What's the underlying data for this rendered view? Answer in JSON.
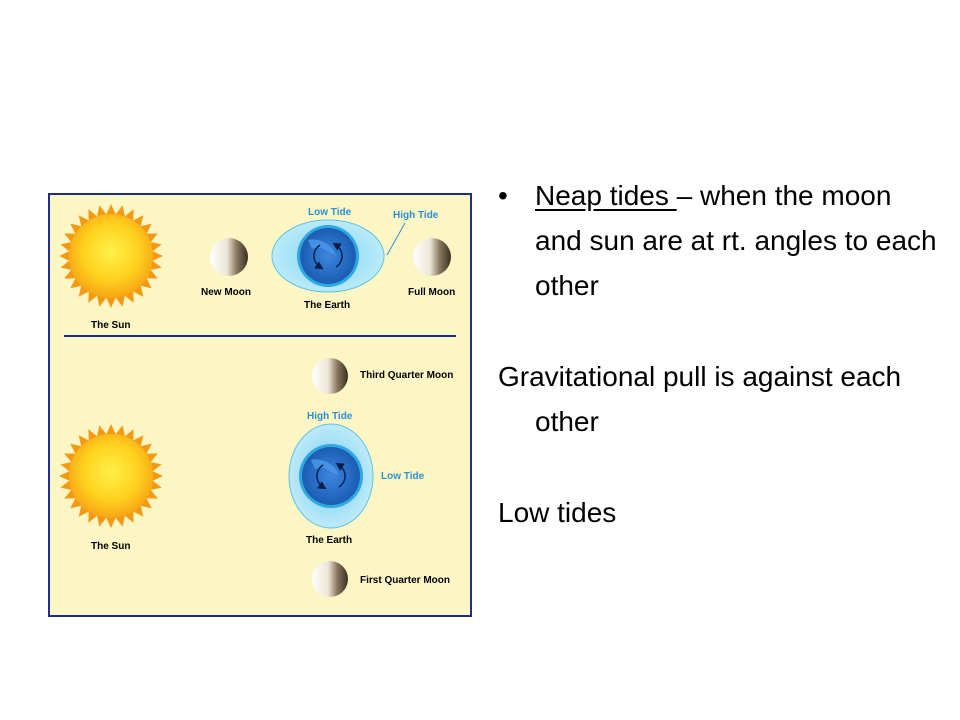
{
  "diagram": {
    "labels": {
      "sun_top": "The Sun",
      "sun_bottom": "The Sun",
      "new_moon": "New Moon",
      "full_moon": "Full Moon",
      "earth_top": "The Earth",
      "earth_bottom": "The Earth",
      "low_tide_top": "Low Tide",
      "high_tide_top": "High Tide",
      "high_tide_bottom": "High Tide",
      "low_tide_bottom": "Low Tide",
      "third_quarter_moon": "Third Quarter Moon",
      "first_quarter_moon": "First Quarter Moon"
    },
    "colors": {
      "background": "#FCF6C4",
      "border": "#1E2D8C",
      "divider": "#1E2D8C",
      "tide_label": "#2A8FD6",
      "sun_core": "#FFD21E",
      "sun_rim": "#F39A12",
      "water_light": "#BDEBFA",
      "water_deep": "#2FB6E4",
      "earth_inner": "#2A6FD0",
      "earth_dark": "#174E9E"
    }
  },
  "text": {
    "bullet_symbol": "•",
    "bullet_term": "Neap tides ",
    "bullet_rest": "– when the moon and sun are at rt. angles to each other",
    "para2": "Gravitational pull is against each other",
    "para3": "Low tides"
  }
}
